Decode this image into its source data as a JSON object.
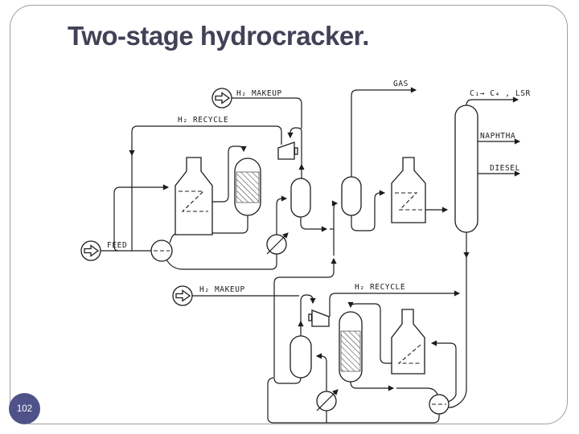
{
  "slide": {
    "title": "Two-stage hydrocracker.",
    "page_number": "102"
  },
  "colors": {
    "title_text": "#404357",
    "page_badge": "#4f5289",
    "diagram_line": "#1c1c1c",
    "slide_border": "#9e9e9e",
    "background": "#ffffff"
  },
  "diagram": {
    "type": "process-flow-diagram",
    "labels": {
      "h2_makeup_top": "H₂ MAKEUP",
      "h2_recycle_top": "H₂ RECYCLE",
      "feed": "FEED",
      "gas": "GAS",
      "overhead": "C₁→ C₄ , LSR",
      "naphtha": "NAPHTHA",
      "diesel": "DIESEL",
      "h2_makeup_bottom": "H₂ MAKEUP",
      "h2_recycle_bottom": "H₂ RECYCLE"
    },
    "equipment": [
      "feed-pump",
      "h2-makeup-pump",
      "recycle-compressor",
      "fired-heater",
      "reactor",
      "high-pressure-separator",
      "low-pressure-separator",
      "feed-effluent-exchanger",
      "air-cooler",
      "fractionator-column",
      "second-stage-heater",
      "second-stage-reactor",
      "second-stage-separator",
      "second-stage-compressor",
      "second-stage-exchanger"
    ]
  }
}
